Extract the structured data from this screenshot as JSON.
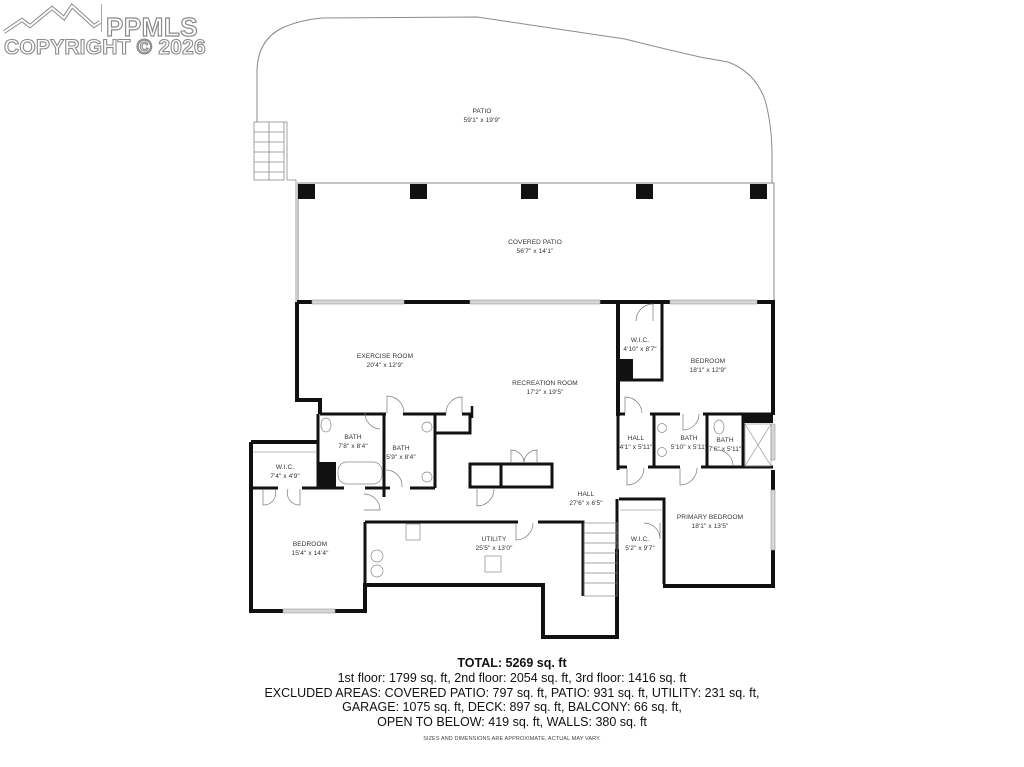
{
  "watermark": {
    "brand": "PPMLS",
    "copyright": "COPYRIGHT © 2026",
    "icon": "mountain-logo-icon"
  },
  "rooms": {
    "patio": {
      "name": "PATIO",
      "dims": "59'1\" x 19'9\""
    },
    "covered_patio": {
      "name": "COVERED PATIO",
      "dims": "56'7\" x 14'1\""
    },
    "exercise_room": {
      "name": "EXERCISE ROOM",
      "dims": "20'4\" x 12'9\""
    },
    "recreation_room": {
      "name": "RECREATION ROOM",
      "dims": "17'2\" x 19'5\""
    },
    "wic_1": {
      "name": "W.I.C.",
      "dims": "4'10\" x 8'7\""
    },
    "bedroom_1": {
      "name": "BEDROOM",
      "dims": "18'1\" x 12'9\""
    },
    "bath_1": {
      "name": "BATH",
      "dims": "7'8\" x 8'4\""
    },
    "bath_2": {
      "name": "BATH",
      "dims": "5'9\" x 8'4\""
    },
    "hall_1": {
      "name": "HALL",
      "dims": "4'1\" x 5'11\""
    },
    "bath_3": {
      "name": "BATH",
      "dims": "5'10\" x 5'11\""
    },
    "bath_4": {
      "name": "BATH",
      "dims": "7'6\" x 5'11\""
    },
    "wic_2": {
      "name": "W.I.C.",
      "dims": "7'4\" x 4'9\""
    },
    "hall_2": {
      "name": "HALL",
      "dims": "27'6\" x 6'5\""
    },
    "primary_bedroom": {
      "name": "PRIMARY BEDROOM",
      "dims": "18'1\" x 13'5\""
    },
    "bedroom_2": {
      "name": "BEDROOM",
      "dims": "15'4\" x 14'4\""
    },
    "utility": {
      "name": "UTILITY",
      "dims": "25'5\" x 13'0\""
    },
    "wic_3": {
      "name": "W.I.C.",
      "dims": "5'2\" x 9'7\""
    }
  },
  "summary": {
    "total": "TOTAL: 5269 sq. ft",
    "floors": "1st floor: 1799 sq. ft, 2nd floor: 2054 sq. ft, 3rd floor: 1416 sq. ft",
    "excluded_1": "EXCLUDED AREAS: COVERED PATIO: 797 sq. ft, PATIO: 931 sq. ft, UTILITY: 231 sq. ft,",
    "excluded_2": "GARAGE: 1075 sq. ft, DECK: 897 sq. ft, BALCONY: 66 sq. ft,",
    "excluded_3": "OPEN TO BELOW: 419 sq. ft, WALLS: 380 sq. ft",
    "disclaimer": "SIZES AND DIMENSIONS ARE APPROXIMATE, ACTUAL MAY VARY."
  },
  "colors": {
    "wall": "#111111",
    "outline": "#8a8a8a",
    "window": "#d6d6d6"
  }
}
